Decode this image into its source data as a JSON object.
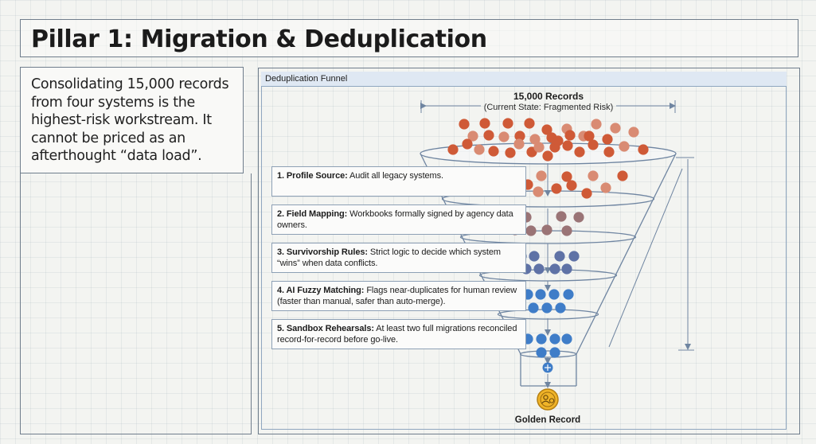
{
  "title": "Pillar 1: Migration & Deduplication",
  "intro": "Consolidating 15,000 records from four systems is the highest-risk workstream. It cannot be priced as an afterthought “data load”.",
  "panel": {
    "title": "Deduplication Funnel",
    "top_label": "15,000 Records",
    "top_sublabel": "(Current State: Fragmented Risk)",
    "bottom_label": "Golden Record"
  },
  "steps": [
    {
      "name": "1. Profile Source:",
      "text": "Audit all legacy systems."
    },
    {
      "name": "2. Field Mapping:",
      "text": "Workbooks formally signed by agency data owners."
    },
    {
      "name": "3. Survivorship Rules:",
      "text": "Strict logic to decide which system “wins” when data conflicts."
    },
    {
      "name": "4. AI Fuzzy Matching:",
      "text": "Flags near-duplicates for human review (faster than manual, safer than auto-merge)."
    },
    {
      "name": "5. Sandbox Rehearsals:",
      "text": "At least two full migrations reconciled record-for-record before go-live."
    }
  ],
  "icons": {
    "arrows": "down-arrow-icon",
    "merge": "merge-icon",
    "golden": "golden-record-icon"
  },
  "colors": {
    "dot_red": "#cf5a37",
    "dot_salmon": "#d98b73",
    "dot_mauve": "#9a7476",
    "dot_slate": "#5f72a6",
    "dot_blue": "#3f7dc8",
    "gold": "#f0b428",
    "stroke": "#6f85a1"
  }
}
